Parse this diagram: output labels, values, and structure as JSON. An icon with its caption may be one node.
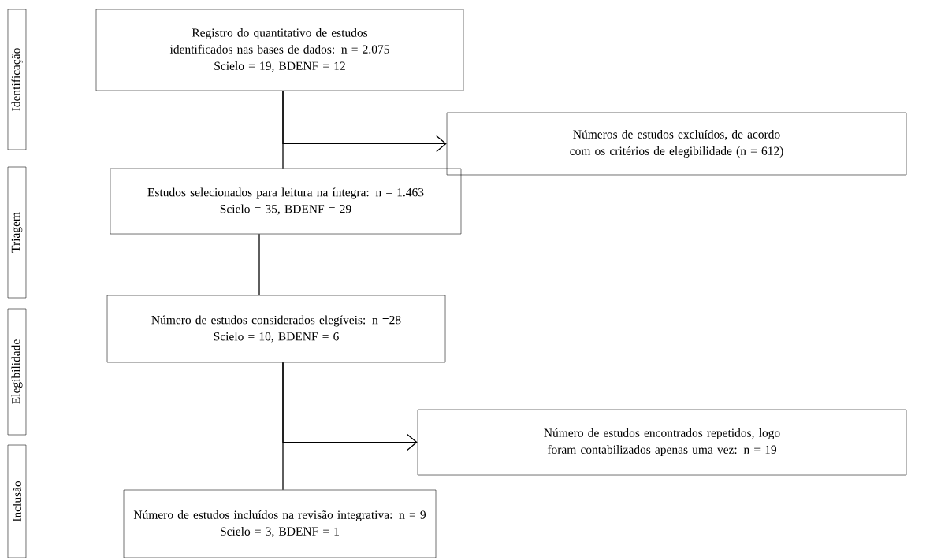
{
  "diagram": {
    "nodes": [
      {
        "text": [
          "Identificação"
        ]
      },
      {
        "text": [
          "Registro do quantitativo de estudos identificados nas bases de dados: n = 2.075",
          "Scielo = 19, BDENF = 12"
        ]
      },
      {
        "text": [
          "Números de estudos excluídos, de acordo com os critérios de elegibilidade (n = 612)"
        ]
      },
      {
        "text": [
          "Triagem"
        ]
      },
      {
        "text": [
          "Estudos selecionados para leitura na íntegra: n = 1.463",
          "Scielo = 35, BDENF = 29"
        ]
      },
      {
        "text": [
          "Elegibilidade"
        ]
      },
      {
        "text": [
          "Número de estudos considerados elegíveis: n =28",
          "Scielo = 10, BDENF = 6"
        ]
      },
      {
        "text": [
          "Número de estudos encontrados repetidos, logo foram contabilizados apenas uma vez: n = 19"
        ]
      },
      {
        "text": [
          "Inclusão"
        ]
      },
      {
        "text": [
          "Número de estudos incluídos na revisão integrativa: n = 9",
          "Scielo = 3, BDENF = 1"
        ]
      }
    ],
    "edges": [
      {
        "from": 1,
        "to": 4,
        "arrow": "none"
      },
      {
        "from": 1,
        "to": 2,
        "arrow": "to"
      },
      {
        "from": 4,
        "to": 6,
        "arrow": "none"
      },
      {
        "from": 6,
        "to": 9,
        "arrow": "none"
      },
      {
        "from": 6,
        "to": 7,
        "arrow": "to"
      }
    ]
  }
}
